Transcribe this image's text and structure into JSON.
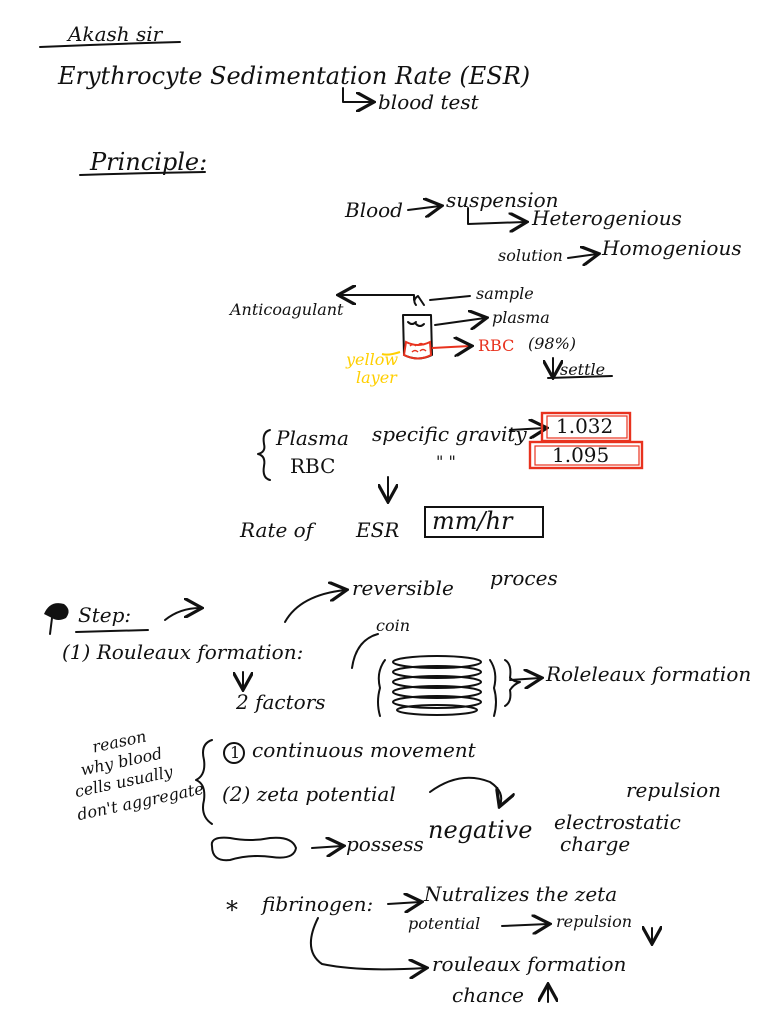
{
  "header": {
    "author": "Akash sir"
  },
  "title": "Erythrocyte Sedimentation Rate (ESR)",
  "subtitle": "blood test",
  "principle": {
    "heading": "Principle:",
    "blood": "Blood",
    "suspension": "suspension",
    "heterogenious": "Heterogenious",
    "solution": "solution",
    "homogenious": "Homogenious"
  },
  "tube": {
    "anticoagulant": "Anticoagulant",
    "sample": "sample",
    "plasma": "plasma",
    "rbc": "RBC",
    "rbc_percent": "(98%)",
    "yellow_layer_1": "yellow",
    "yellow_layer_2": "layer",
    "settle": "settle"
  },
  "gravity": {
    "plasma": "Plasma",
    "rbc": "RBC",
    "label": "specific gravity",
    "ditto": "\" \"",
    "plasma_value": "1.032",
    "rbc_value": "1.095",
    "rate": "Rate of",
    "esr": "ESR",
    "unit": "mm/hr"
  },
  "steps": {
    "heading": "Step:",
    "reversible": "reversible",
    "process": "proces",
    "rouleaux": "(1) Rouleaux formation:",
    "two_factors": "2 factors",
    "coin_stack": "coin",
    "roleleaux_formation": "Roleleaux formation"
  },
  "reason": {
    "side_1": "reason",
    "side_2": "why blood",
    "side_3": "cells usually",
    "side_4": "don't aggregate",
    "factor_1": "continuous movement",
    "factor_1_num": "1",
    "factor_2": "(2) zeta potential",
    "repulsion": "repulsion",
    "possess": "possess",
    "negative": "negative",
    "electrostatic": "electrostatic",
    "charge": "charge"
  },
  "fibrinogen": {
    "star": "*",
    "label": "fibrinogen:",
    "neutralizes": "Nutralizes the zeta",
    "potential": "potential",
    "repulsion": "repulsion",
    "rouleaux_formation": "rouleaux formation",
    "chance": "chance"
  }
}
